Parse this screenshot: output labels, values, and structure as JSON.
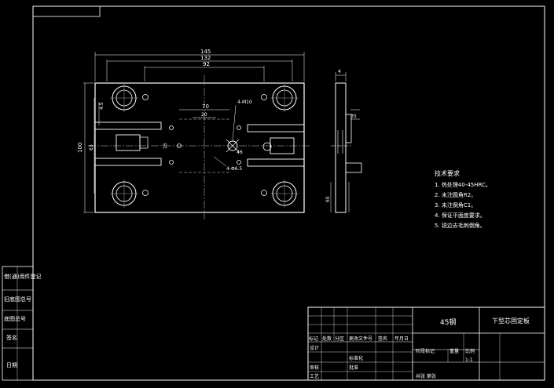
{
  "colors": {
    "background": "#000000",
    "linework": "#ffffff",
    "centerline": "#cccccc"
  },
  "dims": {
    "overall_width": "145",
    "width_2": "132",
    "width_3": "92",
    "overall_height": "100",
    "height_2": "63",
    "hole_spacing": "70",
    "slot_width": "20",
    "top_offset": "15",
    "right_offset": "46",
    "small_dim": "4.5",
    "thread": "4-M10",
    "hole_callout": "4-Φ6.5",
    "side_top": "4",
    "side_mid": "35",
    "side_bottom": "60"
  },
  "tech": {
    "title": "技术要求",
    "items": [
      "1. 热处理40-45HRC。",
      "2. 未注圆角R2。",
      "3. 未注倒角C1。",
      "4. 保证平面度要求。",
      "5. 锐边去毛刺倒角。"
    ]
  },
  "left_strip": [
    "借(通)用件登记",
    "旧底图总号",
    "底图总号",
    "签名",
    "日期"
  ],
  "title_block": {
    "material": "45钢",
    "part_name": "下型芯固定板",
    "scale": "1:1",
    "col_labels": [
      "标记",
      "处数",
      "分区",
      "更改文件号",
      "签名",
      "年月日"
    ],
    "row_labels": [
      "设计",
      "标准化",
      "审核",
      "工艺",
      "批准"
    ],
    "stage_label": "阶段标记",
    "weight_label": "重量",
    "ratio_label": "比例",
    "sheet_label": "共张 第张"
  }
}
